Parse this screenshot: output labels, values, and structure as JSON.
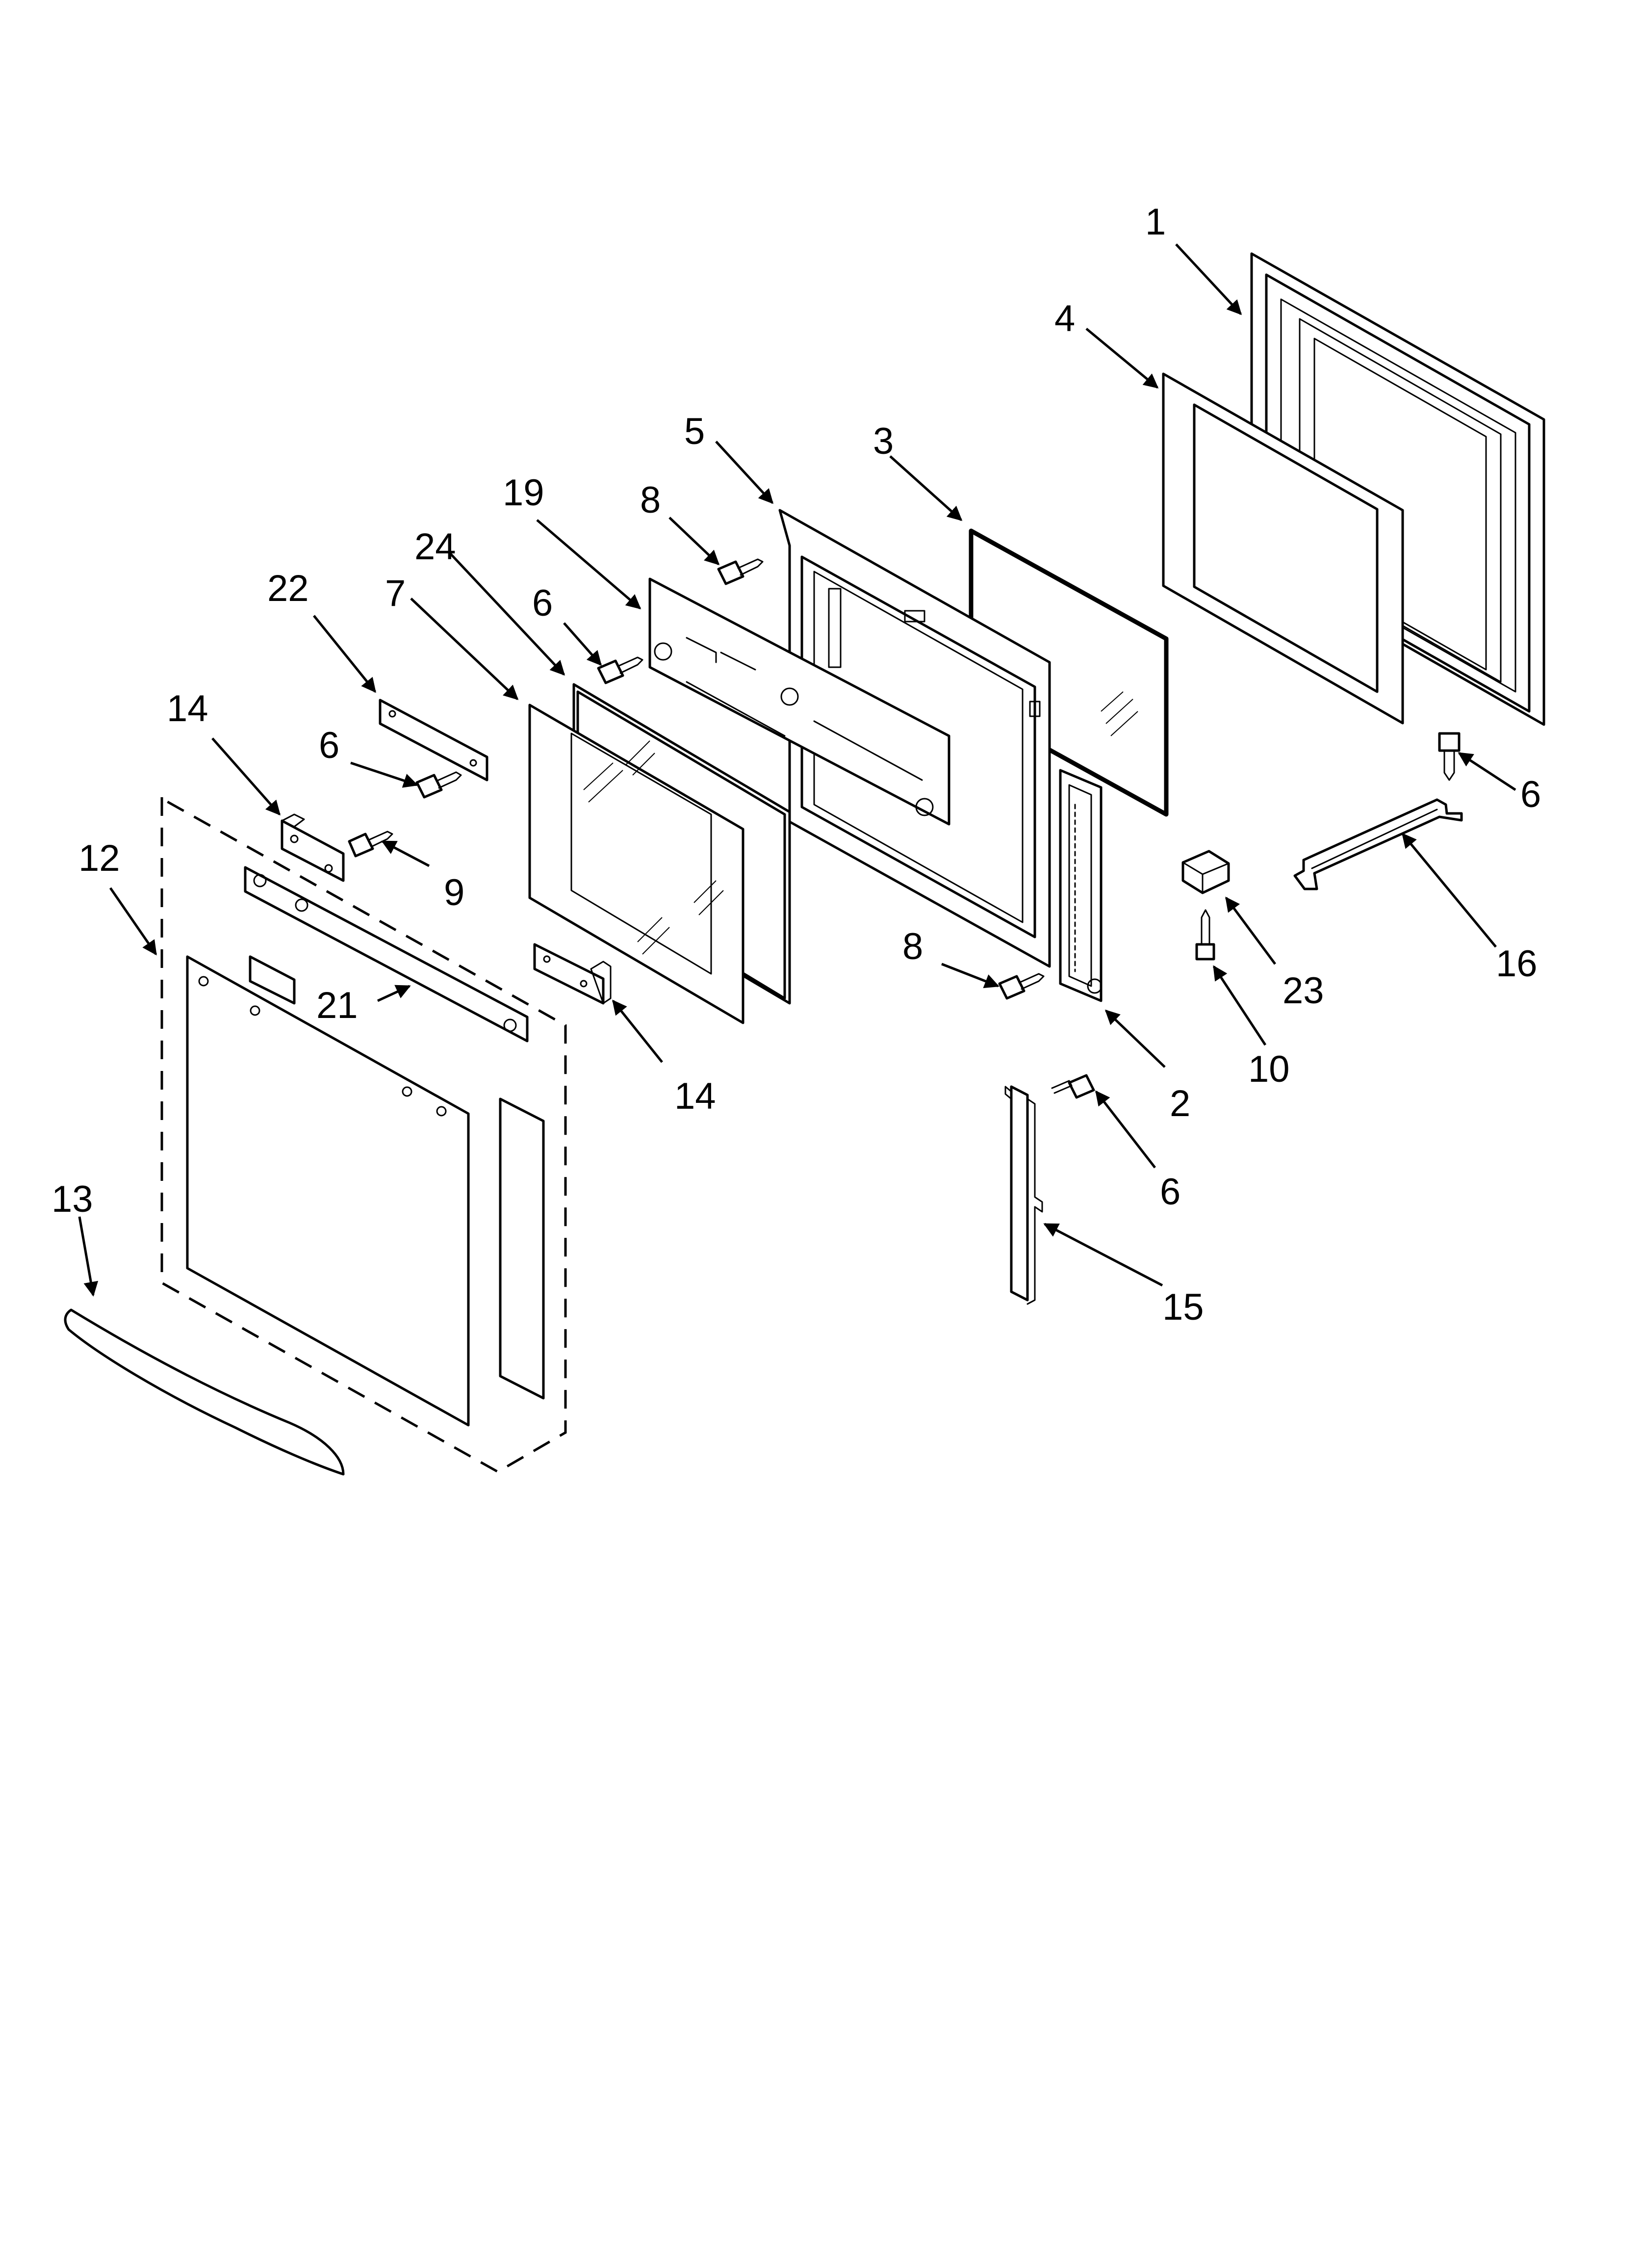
{
  "callouts": {
    "c1": "1",
    "c2": "2",
    "c3": "3",
    "c4": "4",
    "c5": "5",
    "c6a": "6",
    "c6b": "6",
    "c6c": "6",
    "c6d": "6",
    "c7": "7",
    "c8a": "8",
    "c8b": "8",
    "c9": "9",
    "c10": "10",
    "c12": "12",
    "c13": "13",
    "c14a": "14",
    "c14b": "14",
    "c15": "15",
    "c16": "16",
    "c19": "19",
    "c21": "21",
    "c22": "22",
    "c23": "23",
    "c24": "24"
  }
}
